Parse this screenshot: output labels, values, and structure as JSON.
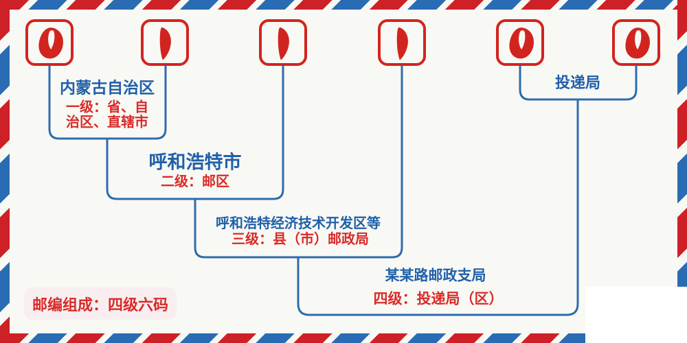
{
  "postal_code": {
    "value": "011100",
    "digits": [
      "0",
      "1",
      "1",
      "1",
      "0",
      "0"
    ]
  },
  "labels": {
    "level1": {
      "place": "内蒙古自治区",
      "desc_lines": [
        "一级：省、自",
        "治区、直辖市"
      ]
    },
    "level2": {
      "place": "呼和浩特市",
      "desc_lines": [
        "二级：邮区"
      ]
    },
    "level3": {
      "place": "呼和浩特经济技术开发区等",
      "desc_lines": [
        "三级：县（市）邮政局"
      ]
    },
    "level4": {
      "place": "某某路邮政支局",
      "desc_lines": [
        "四级：投递局（区）"
      ]
    },
    "delivery_office": "投递局",
    "badge": "邮编组成：四级六码"
  },
  "colors": {
    "red": "#d2241f",
    "red_text": "#d92a28",
    "blue_text": "#1f5fa9",
    "line_blue": "#2e6bb0",
    "stripe_red": "#ce2127",
    "stripe_blue": "#2a6cb4",
    "background": "#f8f9f4",
    "badge_bg": "#f8eef0"
  }
}
